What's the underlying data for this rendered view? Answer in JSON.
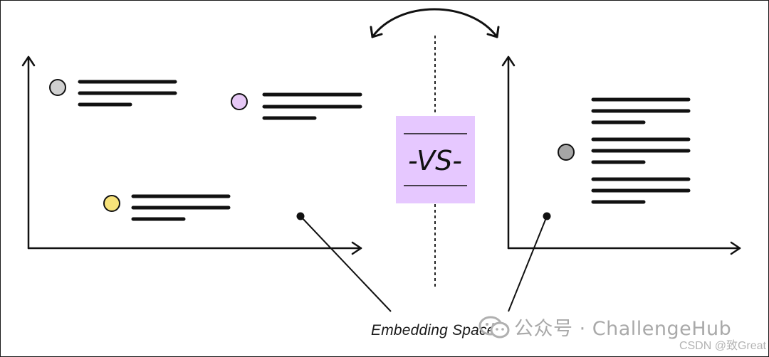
{
  "center": {
    "label": "-VS-",
    "box_color": "#e6c8ff"
  },
  "caption": "Embedding Space",
  "watermark": {
    "text": "公众号 · ChallengeHub",
    "icon": "wechat-icon"
  },
  "credit": "CSDN @致Great",
  "colors": {
    "ink": "#111111",
    "dot_gray_light": "#d0d0d0",
    "dot_purple": "#e6c8f5",
    "dot_yellow": "#f7e27a",
    "dot_gray_dark": "#a6a6a6"
  },
  "left_panel": {
    "documents": [
      {
        "dot": "dot_gray_light"
      },
      {
        "dot": "dot_purple"
      },
      {
        "dot": "dot_yellow"
      }
    ]
  },
  "right_panel": {
    "documents": [
      {
        "dot": "dot_gray_dark"
      }
    ]
  }
}
